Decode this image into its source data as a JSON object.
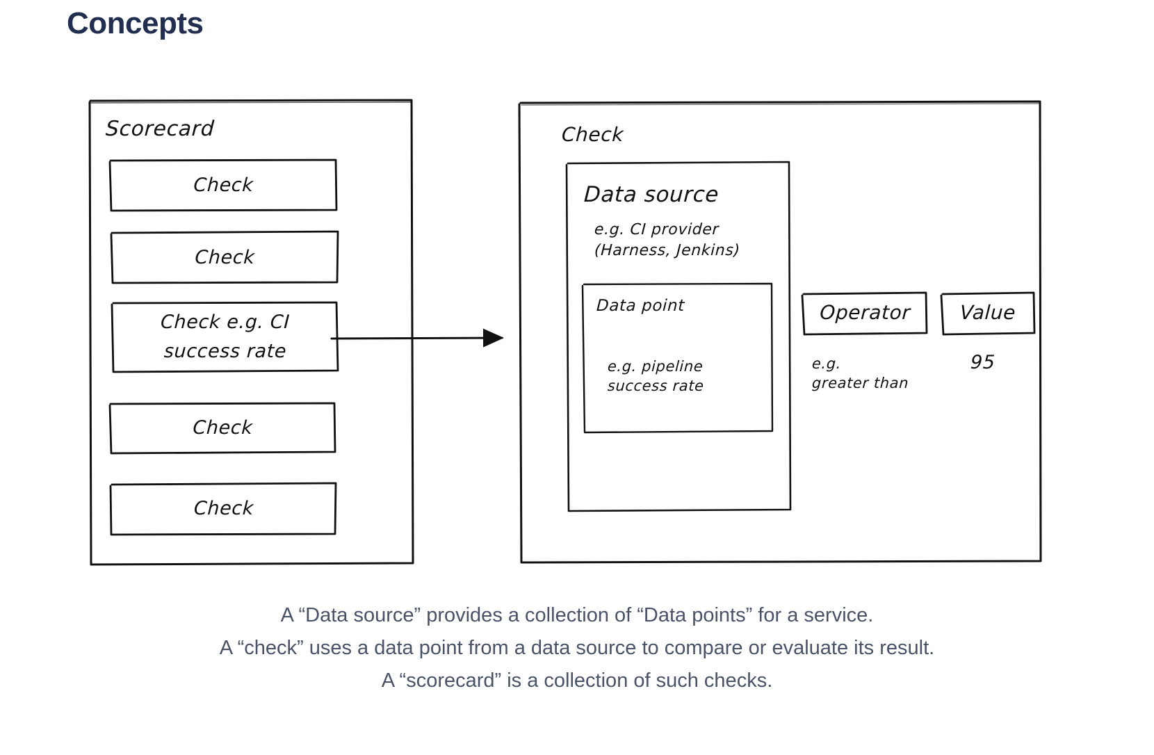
{
  "page": {
    "title": "Concepts",
    "title_color": "#222E50",
    "background_color": "#ffffff",
    "stroke_color": "#111111",
    "caption_color": "#4A5268"
  },
  "diagram": {
    "style": "hand-drawn sketch",
    "scorecard": {
      "label": "Scorecard",
      "checks": [
        {
          "label": "Check"
        },
        {
          "label": "Check"
        },
        {
          "label_line1": "Check e.g. CI",
          "label_line2": "success rate"
        },
        {
          "label": "Check"
        },
        {
          "label": "Check"
        }
      ]
    },
    "arrow": {
      "name": "scorecard-to-check-arrow",
      "from": "Check e.g. CI success rate",
      "to": "Check"
    },
    "check": {
      "label": "Check",
      "data_source": {
        "label": "Data source",
        "example_line1": "e.g. CI provider",
        "example_line2": "(Harness, Jenkins)",
        "data_point": {
          "label": "Data point",
          "example_line1": "e.g. pipeline",
          "example_line2": "success rate"
        }
      },
      "operator": {
        "label": "Operator",
        "example_line1": "e.g.",
        "example_line2": "greater than"
      },
      "value": {
        "label": "Value",
        "example": "95"
      }
    }
  },
  "caption": {
    "line1": "A “Data source” provides a collection of “Data points” for a service.",
    "line2": "A “check” uses a data point from a data source to compare or evaluate its result.",
    "line3": "A “scorecard” is a collection of such checks."
  }
}
